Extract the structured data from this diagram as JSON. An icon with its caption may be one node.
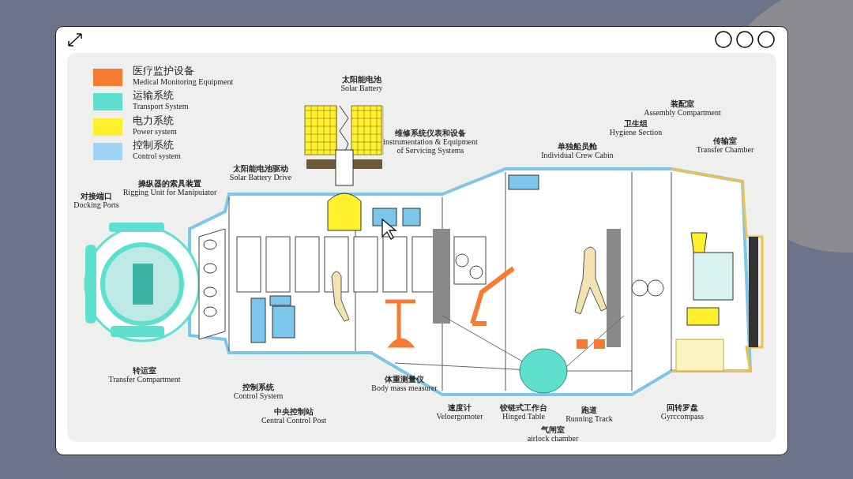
{
  "diagram": {
    "labels": [
      "太阳能电池 Solar Battery",
      "维修系统仪表和设备 instrumentation & Equipment of Servicing Systems",
      "装配室 Assembly Compartment",
      "卫生组 Hygiene Section",
      "传输室 Transfer Chamber",
      "单独船员舱 Individual Crew Cabin",
      "太阳能电池驱动 Solar Battery Drive",
      "操纵器的索具装置 Rigging Unit for Manipuiator",
      "对接端口 Docking Ports",
      "转运室 Transfer Compartment",
      "体重测量仪 Body mass measurer",
      "控制系统 Control System",
      "速度计 Veloergomoter",
      "铰链式工作台 Hinged Table",
      "跑道 Running Track",
      "回转罗盘 Gyrccompass",
      "中央控制站 Central Control Post",
      "气闸室 airlock chamber"
    ],
    "legend": [
      {
        "text": "医疗监护设备 Medical Monitoring Equipment",
        "color": "#f47b30"
      },
      {
        "text": "运输系统 Transport System",
        "color": "#5fe0cf"
      },
      {
        "text": "电力系统 Power system",
        "color": "#fff02e"
      },
      {
        "text": "控制系统 Control system",
        "color": "#a0d4f4"
      }
    ]
  }
}
